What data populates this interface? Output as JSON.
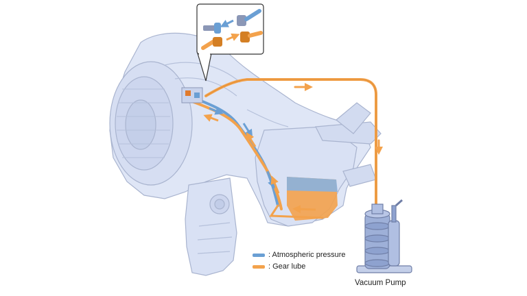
{
  "legend": {
    "atmospheric": {
      "label": ": Atmospheric pressure",
      "color": "#6a9fd4"
    },
    "gear_lube": {
      "label": ": Gear lube",
      "color": "#f3a24c"
    }
  },
  "pump_label": "Vacuum Pump",
  "colors": {
    "body_fill": "#dfe6f6",
    "body_stroke": "#a9b4cf",
    "atmospheric": "#6a9fd4",
    "gear_lube": "#f3a24c"
  },
  "icons": [
    "engine-illustration",
    "vacuum-pump-illustration",
    "hose-connector-icon",
    "flow-arrow-icon"
  ]
}
